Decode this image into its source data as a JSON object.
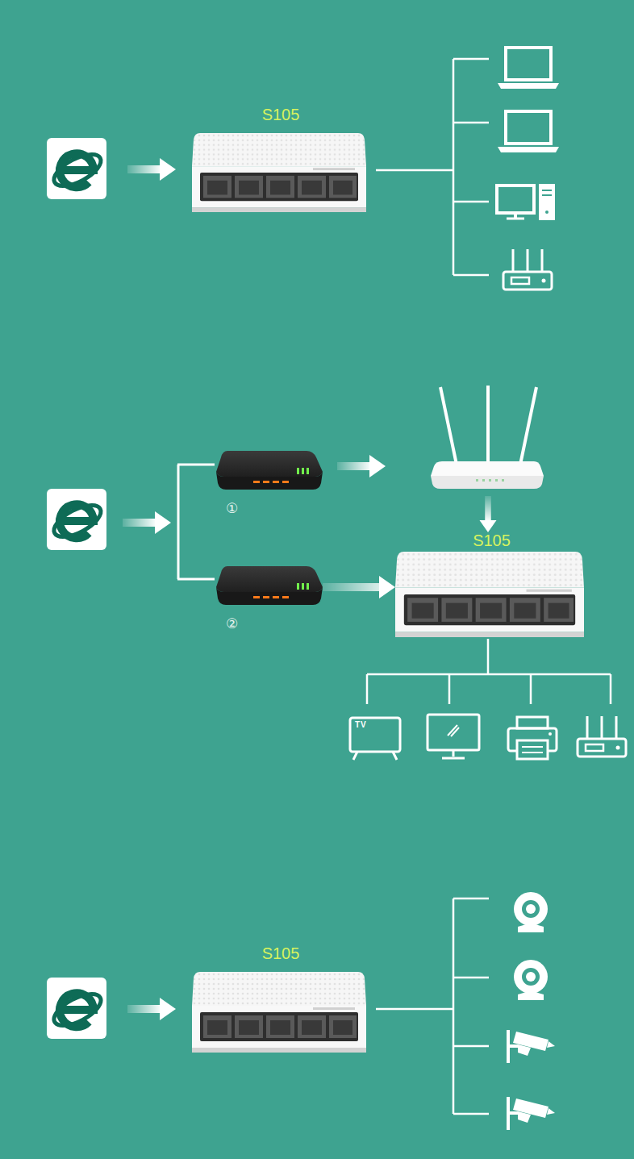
{
  "diagram": {
    "nodes": [
      {
        "text": [
          "S105"
        ]
      },
      {
        "text": [
          "①"
        ]
      },
      {
        "text": [
          "②"
        ]
      },
      {
        "text": [
          "S105"
        ]
      },
      {
        "text": [
          "S105"
        ]
      }
    ],
    "edges": [
      {
        "from": 2,
        "to": 3,
        "arrow": "to"
      }
    ],
    "labels": [
      "TV"
    ]
  }
}
